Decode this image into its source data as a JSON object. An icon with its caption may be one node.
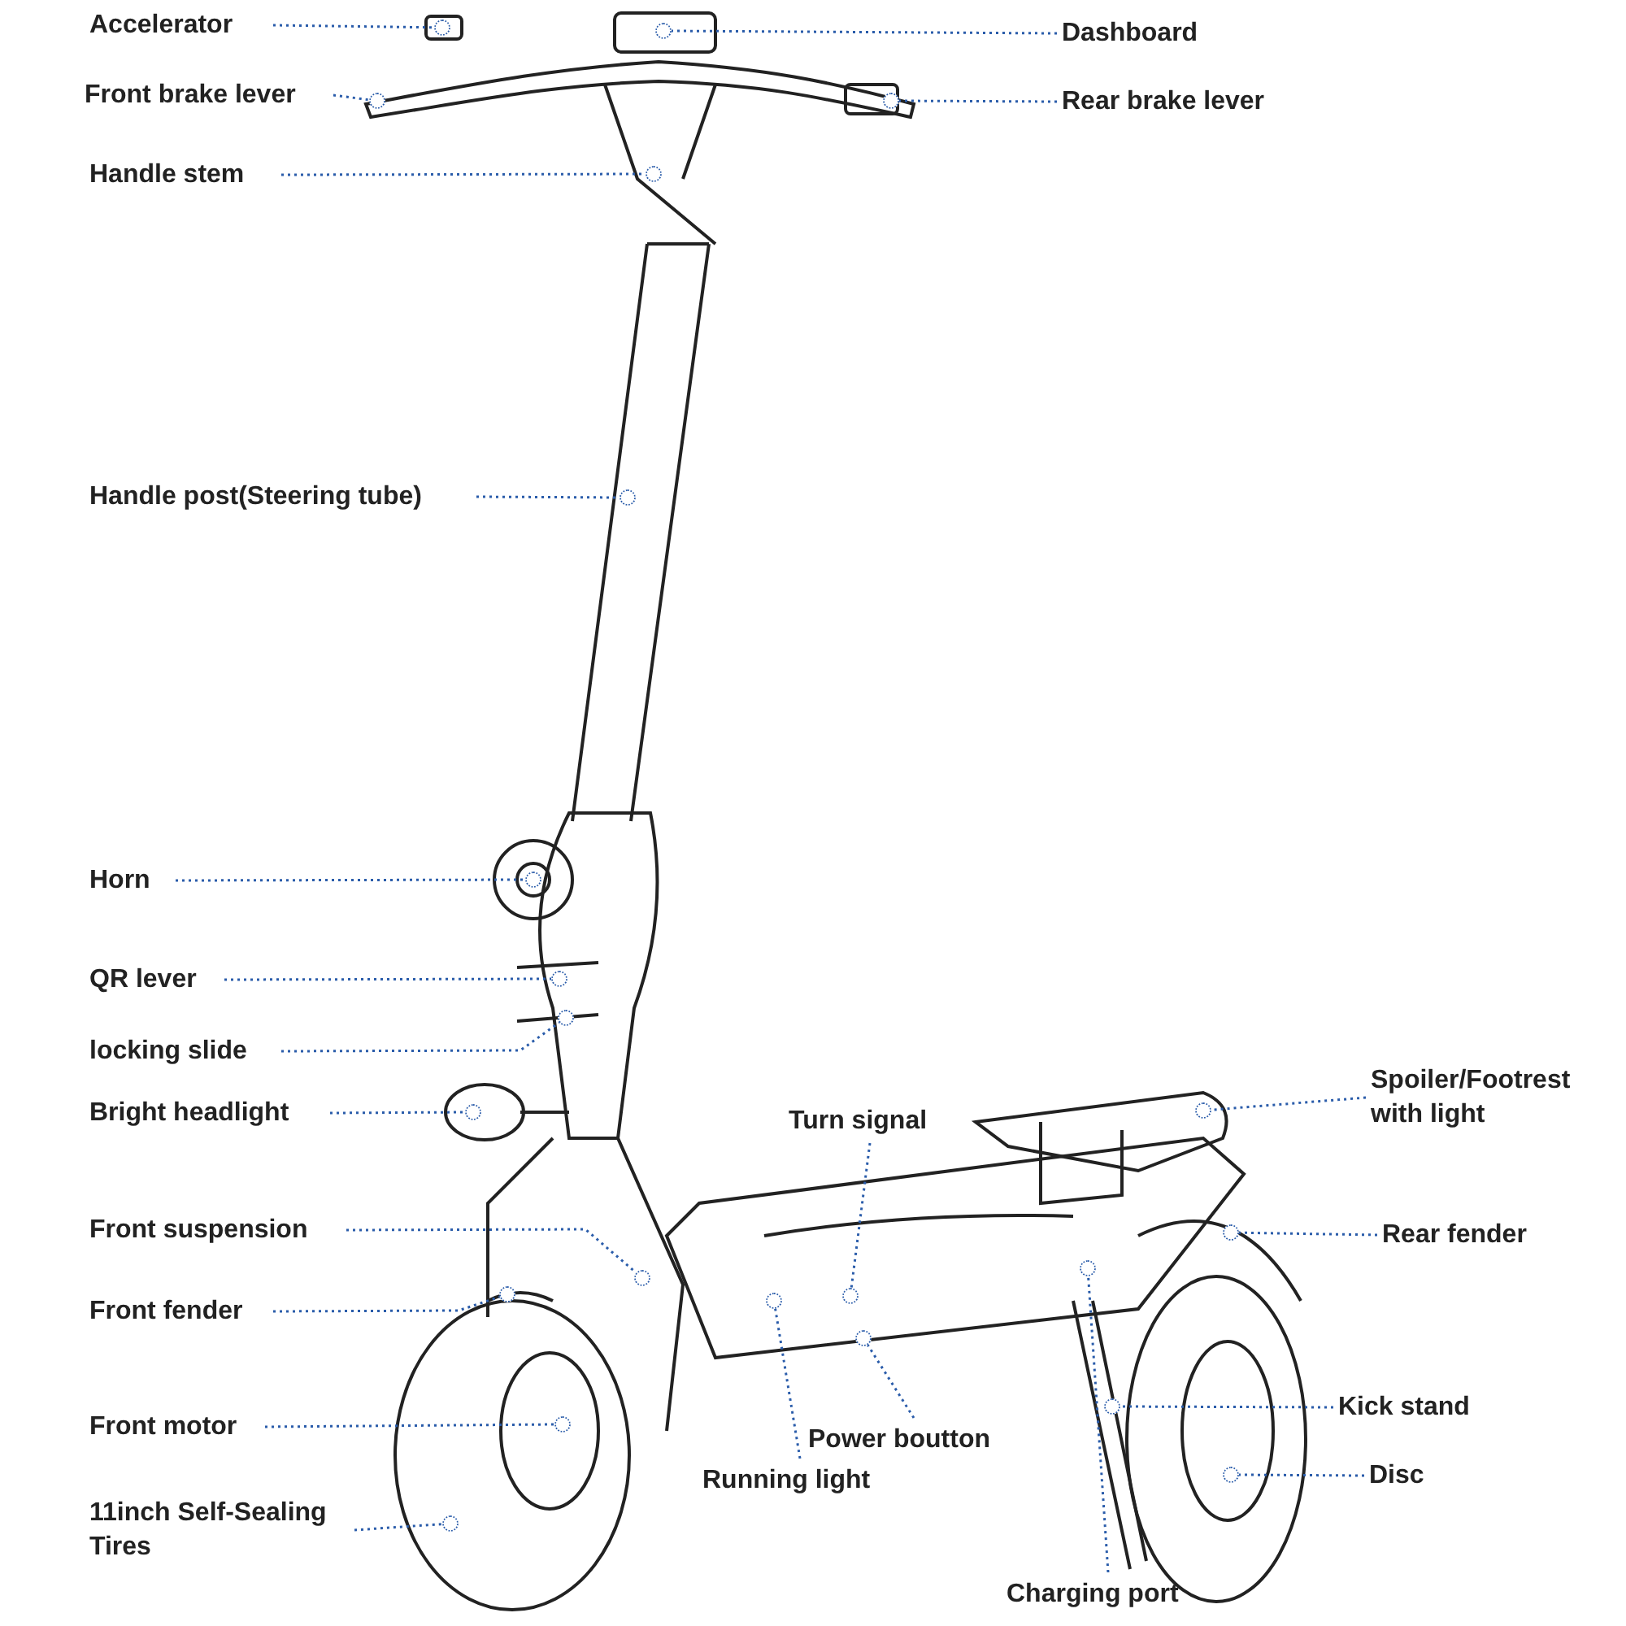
{
  "diagram": {
    "nodes": [
      {
        "text": [
          "Accelerator"
        ]
      },
      {
        "text": [
          "Dashboard"
        ]
      },
      {
        "text": [
          "Front brake lever"
        ]
      },
      {
        "text": [
          "Rear brake lever"
        ]
      },
      {
        "text": [
          "Handle stem"
        ]
      },
      {
        "text": [
          "Handle post(Steering tube)"
        ]
      },
      {
        "text": [
          "Horn"
        ]
      },
      {
        "text": [
          "QR lever"
        ]
      },
      {
        "text": [
          "locking slide"
        ]
      },
      {
        "text": [
          "Spoiler/Footrest with light"
        ]
      },
      {
        "text": [
          "Bright headlight"
        ]
      },
      {
        "text": [
          "Turn signal"
        ]
      },
      {
        "text": [
          "Front suspension"
        ]
      },
      {
        "text": [
          "Rear fender"
        ]
      },
      {
        "text": [
          "Front fender"
        ]
      },
      {
        "text": [
          "Kick stand"
        ]
      },
      {
        "text": [
          "Front motor"
        ]
      },
      {
        "text": [
          "Power boutton"
        ]
      },
      {
        "text": [
          "Running light"
        ]
      },
      {
        "text": [
          "Disc"
        ]
      },
      {
        "text": [
          "11inch Self-Sealing Tires"
        ]
      },
      {
        "text": [
          "Charging port"
        ]
      },
      {
        "text": [],
        "shape": "circle"
      },
      {
        "text": [],
        "shape": "circle"
      },
      {
        "text": [],
        "shape": "circle"
      },
      {
        "text": [],
        "shape": "circle"
      },
      {
        "text": [],
        "shape": "circle"
      },
      {
        "text": [],
        "shape": "circle"
      },
      {
        "text": [],
        "shape": "circle"
      },
      {
        "text": [],
        "shape": "circle"
      },
      {
        "text": [],
        "shape": "circle"
      },
      {
        "text": [],
        "shape": "circle"
      },
      {
        "text": [],
        "shape": "circle"
      },
      {
        "text": [],
        "shape": "circle"
      },
      {
        "text": [],
        "shape": "circle"
      },
      {
        "text": [],
        "shape": "circle"
      },
      {
        "text": [],
        "shape": "circle"
      },
      {
        "text": [],
        "shape": "circle"
      },
      {
        "text": [],
        "shape": "circle"
      },
      {
        "text": [],
        "shape": "circle"
      },
      {
        "text": [],
        "shape": "circle"
      },
      {
        "text": [],
        "shape": "circle"
      },
      {
        "text": [],
        "shape": "circle"
      },
      {
        "text": [],
        "shape": "circle"
      }
    ],
    "edges": [
      {
        "from": 0,
        "to": 22,
        "arrow": "none"
      },
      {
        "from": 1,
        "to": 23,
        "arrow": "none"
      },
      {
        "from": 2,
        "to": 24,
        "arrow": "none"
      },
      {
        "from": 3,
        "to": 25,
        "arrow": "none"
      },
      {
        "from": 4,
        "to": 26,
        "arrow": "none"
      },
      {
        "from": 5,
        "to": 27,
        "arrow": "none"
      },
      {
        "from": 6,
        "to": 28,
        "arrow": "none"
      },
      {
        "from": 7,
        "to": 29,
        "arrow": "none"
      },
      {
        "from": 8,
        "to": 30,
        "arrow": "none"
      },
      {
        "from": 9,
        "to": 31,
        "arrow": "none"
      },
      {
        "from": 10,
        "to": 32,
        "arrow": "none"
      },
      {
        "from": 11,
        "to": 33,
        "arrow": "none"
      },
      {
        "from": 12,
        "to": 34,
        "arrow": "none"
      },
      {
        "from": 13,
        "to": 35,
        "arrow": "none"
      },
      {
        "from": 14,
        "to": 36,
        "arrow": "none"
      },
      {
        "from": 15,
        "to": 37,
        "arrow": "none"
      },
      {
        "from": 16,
        "to": 38,
        "arrow": "none"
      },
      {
        "from": 17,
        "to": 39,
        "arrow": "none"
      },
      {
        "from": 18,
        "to": 40,
        "arrow": "none"
      },
      {
        "from": 19,
        "to": 41,
        "arrow": "none"
      },
      {
        "from": 20,
        "to": 42,
        "arrow": "none"
      },
      {
        "from": 21,
        "to": 43,
        "arrow": "none"
      }
    ]
  }
}
